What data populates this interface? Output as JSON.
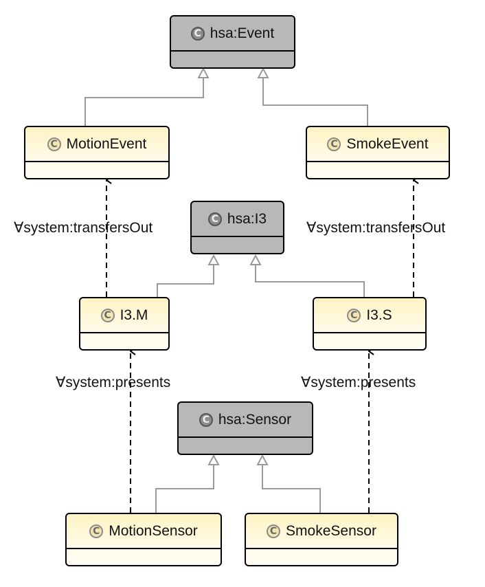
{
  "diagram": {
    "classes": {
      "hsa_event": {
        "name": "hsa:Event",
        "icon": "C"
      },
      "motion_event": {
        "name": "MotionEvent",
        "icon": "C"
      },
      "smoke_event": {
        "name": "SmokeEvent",
        "icon": "C"
      },
      "hsa_i3": {
        "name": "hsa:I3",
        "icon": "C"
      },
      "i3_m": {
        "name": "I3.M",
        "icon": "C"
      },
      "i3_s": {
        "name": "I3.S",
        "icon": "C"
      },
      "hsa_sensor": {
        "name": "hsa:Sensor",
        "icon": "C"
      },
      "motion_sensor": {
        "name": "MotionSensor",
        "icon": "C"
      },
      "smoke_sensor": {
        "name": "SmokeSensor",
        "icon": "C"
      }
    },
    "relations": {
      "i3m_to_motion_event": "∀system:transfersOut",
      "i3s_to_smoke_event": "∀system:transfersOut",
      "motion_sensor_to_i3m": "∀system:presents",
      "smoke_sensor_to_i3s": "∀system:presents"
    },
    "colors": {
      "abstract_class_fill": "#b8b8b8",
      "concrete_class_fill": "#fff3c4",
      "inheritance_line": "#999999",
      "dependency_line": "#000000"
    },
    "icons": {
      "class_marker": "class-c-circle-icon"
    }
  }
}
